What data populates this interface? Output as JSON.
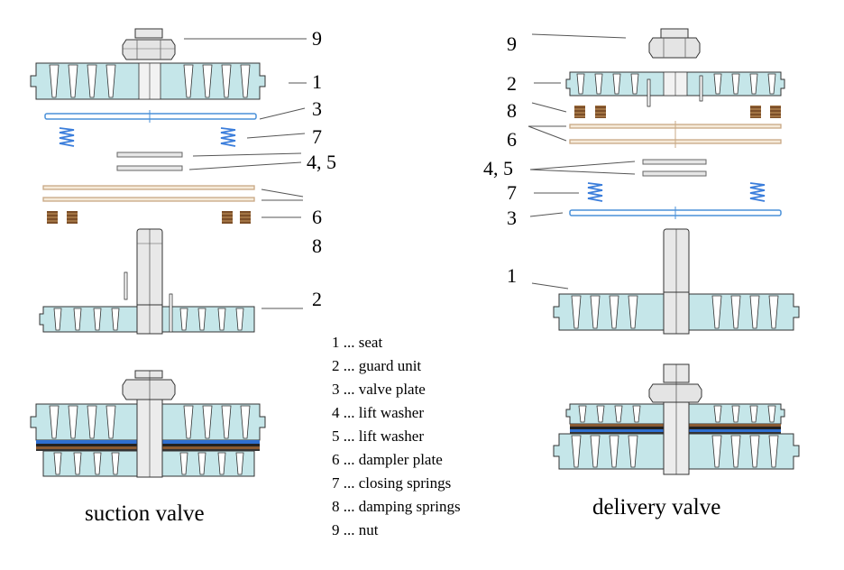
{
  "colors": {
    "seat_fill": "#c5e6e9",
    "valve_plate": "#4a90d9",
    "spring": "#3a7ddb",
    "damper_plate": "#c8a884",
    "damping_spring": "#8a5a32",
    "washer": "#d4d4d4",
    "bolt": "#e4e4e4",
    "outline": "#333333"
  },
  "callouts": {
    "suction": {
      "n9": "9",
      "n1": "1",
      "n3": "3",
      "n7": "7",
      "n45": "4, 5",
      "n6": "6",
      "n8": "8",
      "n2": "2"
    },
    "delivery": {
      "n9": "9",
      "n2": "2",
      "n8": "8",
      "n6": "6",
      "n45": "4, 5",
      "n7": "7",
      "n3": "3",
      "n1": "1"
    }
  },
  "legend": [
    {
      "label": "1 ... seat"
    },
    {
      "label": "2 ... guard unit"
    },
    {
      "label": "3 ... valve plate"
    },
    {
      "label": "4 ... lift washer"
    },
    {
      "label": "5 ... lift washer"
    },
    {
      "label": "6 ... dampler plate"
    },
    {
      "label": "7 ... closing springs"
    },
    {
      "label": "8 ... damping springs"
    },
    {
      "label": "9 ... nut"
    }
  ],
  "captions": {
    "suction": "suction valve",
    "delivery": "delivery valve"
  }
}
